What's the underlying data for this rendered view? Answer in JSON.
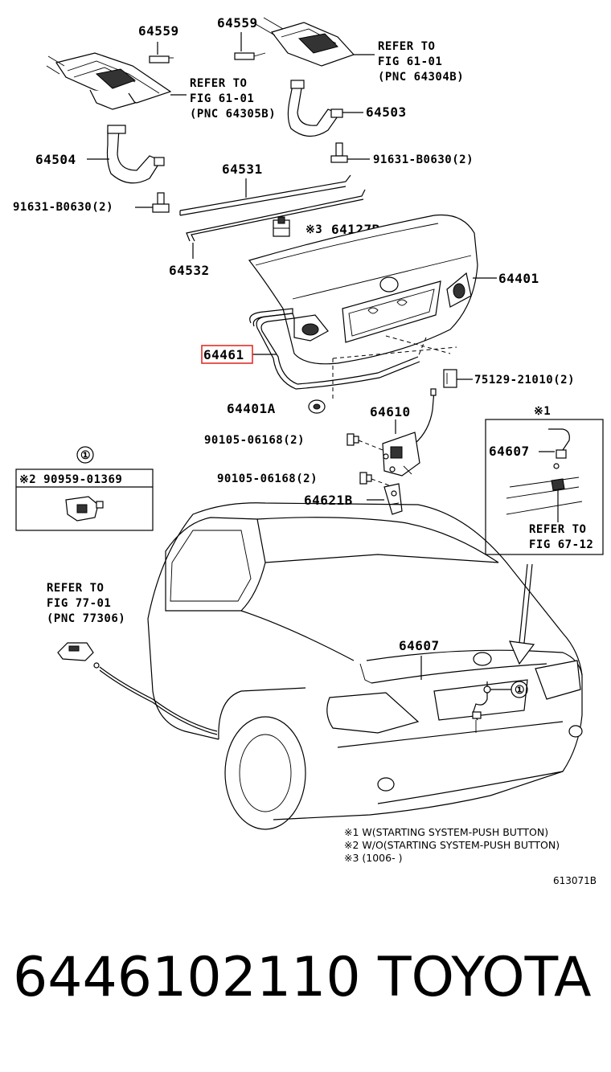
{
  "diagram": {
    "labels": {
      "p64559_left": "64559",
      "p64559_right": "64559",
      "refer_right_1": "REFER TO",
      "refer_right_2": "FIG 61-01",
      "refer_right_3": "(PNC 64304B)",
      "refer_left_1": "REFER TO",
      "refer_left_2": "FIG 61-01",
      "refer_left_3": "(PNC 64305B)",
      "p64503": "64503",
      "p64504": "64504",
      "bolt_right": "91631-B0630(2)",
      "p64531": "64531",
      "bolt_left": "91631-B0630(2)",
      "p64127B": "64127B",
      "mark_64127B": "※3",
      "p64532": "64532",
      "p64401": "64401",
      "p64461": "64461",
      "p75129": "75129-21010(2)",
      "p64401A": "64401A",
      "p64610": "64610",
      "mark_box_right": "※1",
      "screw_1": "90105-06168(2)",
      "p64607_box": "64607",
      "screw_2": "90105-06168(2)",
      "p64621B": "64621B",
      "refer_box_1": "REFER TO",
      "refer_box_2": "FIG 67-12",
      "circle_one": "①",
      "box_left_row": "※2 90959-01369",
      "refer_cable_1": "REFER TO",
      "refer_cable_2": "FIG 77-01",
      "refer_cable_3": "(PNC 77306)",
      "p64607_main": "64607",
      "circle_one_main": "①"
    },
    "notes": [
      "※1 W(STARTING SYSTEM-PUSH BUTTON)",
      "※2 W/O(STARTING SYSTEM-PUSH BUTTON)",
      "※3 (1006-      )"
    ],
    "figure_code": "613071B",
    "highlight_color": "#e0302a"
  },
  "footer": {
    "part_number": "6446102110",
    "brand": "TOYOTA"
  }
}
